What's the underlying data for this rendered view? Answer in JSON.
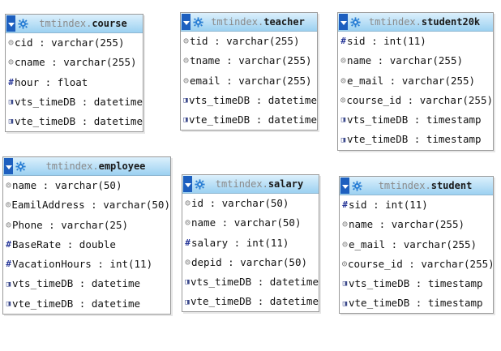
{
  "db_prefix": "tmtindex.",
  "tables": [
    {
      "name": "course",
      "fields": [
        {
          "name": "cid",
          "type": "varchar(255)",
          "icon": "varchar-icon"
        },
        {
          "name": "cname",
          "type": "varchar(255)",
          "icon": "varchar-icon"
        },
        {
          "name": "hour",
          "type": "float",
          "icon": "number-icon"
        },
        {
          "name": "vts_timeDB",
          "type": "datetime",
          "icon": "datetime-icon"
        },
        {
          "name": "vte_timeDB",
          "type": "datetime",
          "icon": "datetime-icon"
        }
      ]
    },
    {
      "name": "teacher",
      "fields": [
        {
          "name": "tid",
          "type": "varchar(255)",
          "icon": "varchar-icon"
        },
        {
          "name": "tname",
          "type": "varchar(255)",
          "icon": "varchar-icon"
        },
        {
          "name": "email",
          "type": "varchar(255)",
          "icon": "varchar-icon"
        },
        {
          "name": "vts_timeDB",
          "type": "datetime",
          "icon": "datetime-icon"
        },
        {
          "name": "vte_timeDB",
          "type": "datetime",
          "icon": "datetime-icon"
        }
      ]
    },
    {
      "name": "student20k",
      "fields": [
        {
          "name": "sid",
          "type": "int(11)",
          "icon": "number-icon"
        },
        {
          "name": "name",
          "type": "varchar(255)",
          "icon": "varchar-icon"
        },
        {
          "name": "e_mail",
          "type": "varchar(255)",
          "icon": "varchar-icon"
        },
        {
          "name": "course_id",
          "type": "varchar(255)",
          "icon": "varchar-icon"
        },
        {
          "name": "vts_timeDB",
          "type": "timestamp",
          "icon": "datetime-icon"
        },
        {
          "name": "vte_timeDB",
          "type": "timestamp",
          "icon": "datetime-icon"
        }
      ]
    },
    {
      "name": "employee",
      "fields": [
        {
          "name": "name",
          "type": "varchar(50)",
          "icon": "varchar-icon"
        },
        {
          "name": "EamilAddress",
          "type": "varchar(50)",
          "icon": "varchar-icon"
        },
        {
          "name": "Phone",
          "type": "varchar(25)",
          "icon": "varchar-icon"
        },
        {
          "name": "BaseRate",
          "type": "double",
          "icon": "number-icon"
        },
        {
          "name": "VacationHours",
          "type": "int(11)",
          "icon": "number-icon"
        },
        {
          "name": "vts_timeDB",
          "type": "datetime",
          "icon": "datetime-icon"
        },
        {
          "name": "vte_timeDB",
          "type": "datetime",
          "icon": "datetime-icon"
        }
      ]
    },
    {
      "name": "salary",
      "fields": [
        {
          "name": "id",
          "type": "varchar(50)",
          "icon": "varchar-icon"
        },
        {
          "name": "name",
          "type": "varchar(50)",
          "icon": "varchar-icon"
        },
        {
          "name": "salary",
          "type": "int(11)",
          "icon": "number-icon"
        },
        {
          "name": "depid",
          "type": "varchar(50)",
          "icon": "varchar-icon"
        },
        {
          "name": "vts_timeDB",
          "type": "datetime",
          "icon": "datetime-icon"
        },
        {
          "name": "vte_timeDB",
          "type": "datetime",
          "icon": "datetime-icon"
        }
      ]
    },
    {
      "name": "student",
      "fields": [
        {
          "name": "sid",
          "type": "int(11)",
          "icon": "number-icon"
        },
        {
          "name": "name",
          "type": "varchar(255)",
          "icon": "varchar-icon"
        },
        {
          "name": "e_mail",
          "type": "varchar(255)",
          "icon": "varchar-icon"
        },
        {
          "name": "course_id",
          "type": "varchar(255)",
          "icon": "varchar-icon"
        },
        {
          "name": "vts_timeDB",
          "type": "timestamp",
          "icon": "datetime-icon"
        },
        {
          "name": "vte_timeDB",
          "type": "timestamp",
          "icon": "datetime-icon"
        }
      ]
    }
  ]
}
